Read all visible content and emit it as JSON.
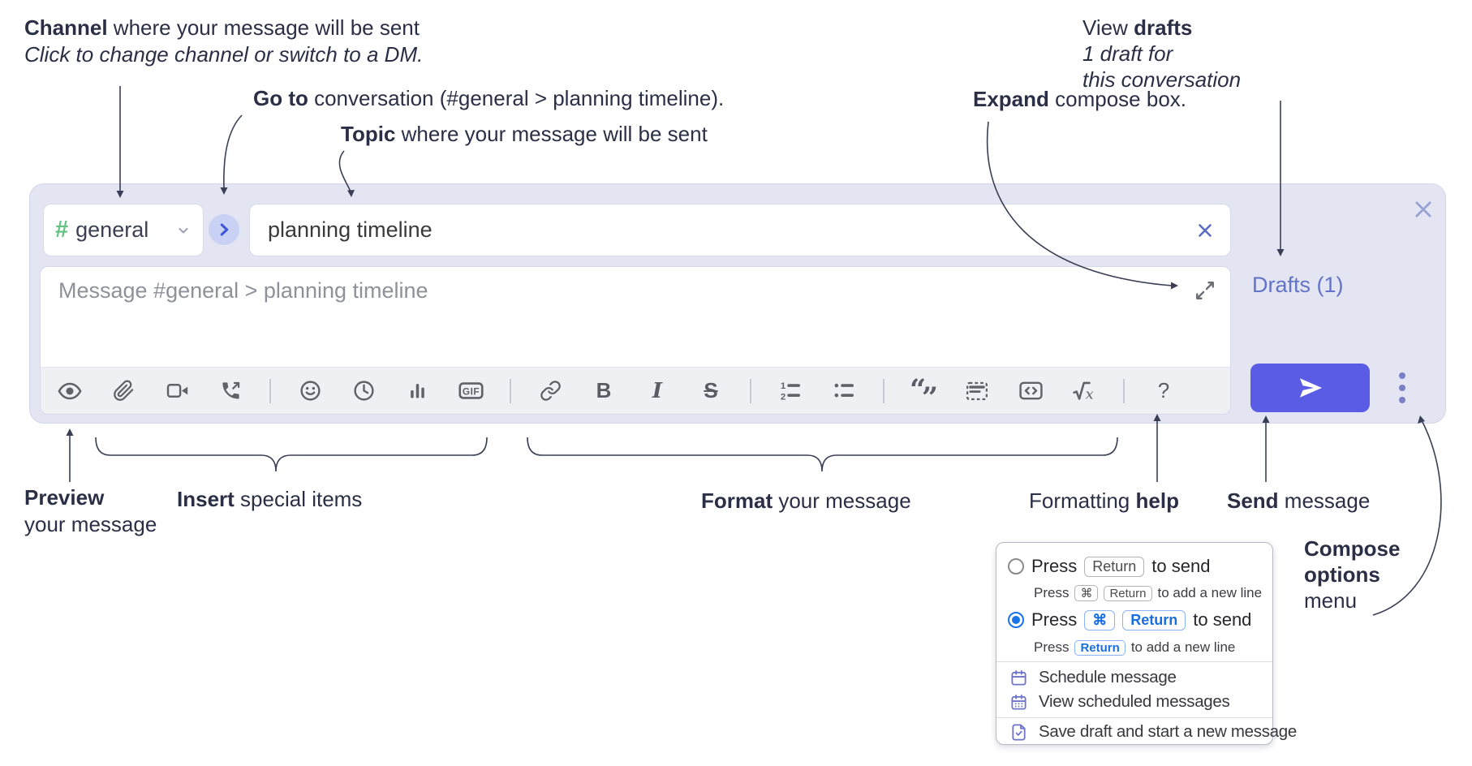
{
  "annotations": {
    "channel": {
      "bold": "Channel",
      "rest": " where your message will be sent",
      "line2": "Click to change channel or switch to a DM."
    },
    "goto": {
      "bold": "Go to",
      "rest": " conversation (#general > planning timeline)."
    },
    "topic": {
      "bold": "Topic",
      "rest": " where your message will be sent"
    },
    "expand": {
      "bold": "Expand",
      "rest": " compose box."
    },
    "drafts": {
      "pre": "View ",
      "bold": "drafts",
      "line2": "1 draft for",
      "line3": "this conversation"
    },
    "preview": {
      "bold": "Preview",
      "line2": "your message"
    },
    "insert": {
      "bold": "Insert",
      "rest": " special items"
    },
    "format": {
      "bold": "Format",
      "rest": " your message"
    },
    "help": {
      "pre": "Formatting ",
      "bold": "help"
    },
    "send": {
      "bold": "Send",
      "rest": " message"
    },
    "compose_options": {
      "bold1": "Compose",
      "bold2": "options",
      "rest": "menu"
    }
  },
  "compose": {
    "hash_symbol": "#",
    "channel_name": "general",
    "topic_value": "planning timeline",
    "message_placeholder": "Message #general > planning timeline",
    "drafts_label": "Drafts (1)",
    "toolbar": {
      "icons": [
        "preview",
        "attach-file",
        "video-call",
        "voice-call",
        "emoji",
        "time",
        "poll",
        "gif",
        "link",
        "bold",
        "italic",
        "strikethrough",
        "numbered-list",
        "bulleted-list",
        "quote",
        "spoiler",
        "code",
        "math",
        "help"
      ],
      "bold_label": "B",
      "italic_label": "I",
      "strike_label": "S",
      "gif_label": "GIF",
      "help_label": "?",
      "ol_1": "1",
      "ol_2": "2",
      "quote_open": "“",
      "quote_close": "”",
      "math_x": "x"
    }
  },
  "options_menu": {
    "press": "Press",
    "key_return": "Return",
    "key_cmd": "⌘",
    "to_send": "to send",
    "to_new_line": "to add a new line",
    "items": {
      "schedule": "Schedule message",
      "view_scheduled": "View scheduled messages",
      "save_draft": "Save draft and start a new message"
    }
  },
  "colors": {
    "compose_bg": "#e3e5f3",
    "send_button": "#5b5ce6",
    "drafts_link": "#6373c6",
    "hash_green": "#63c183",
    "icon_gray": "#5f6368",
    "menu_icon_purple": "#6f74ca",
    "keycap_blue": "#1a6fe0",
    "radio_selected": "#1a73e8",
    "annotation_text": "#2b2f46"
  }
}
